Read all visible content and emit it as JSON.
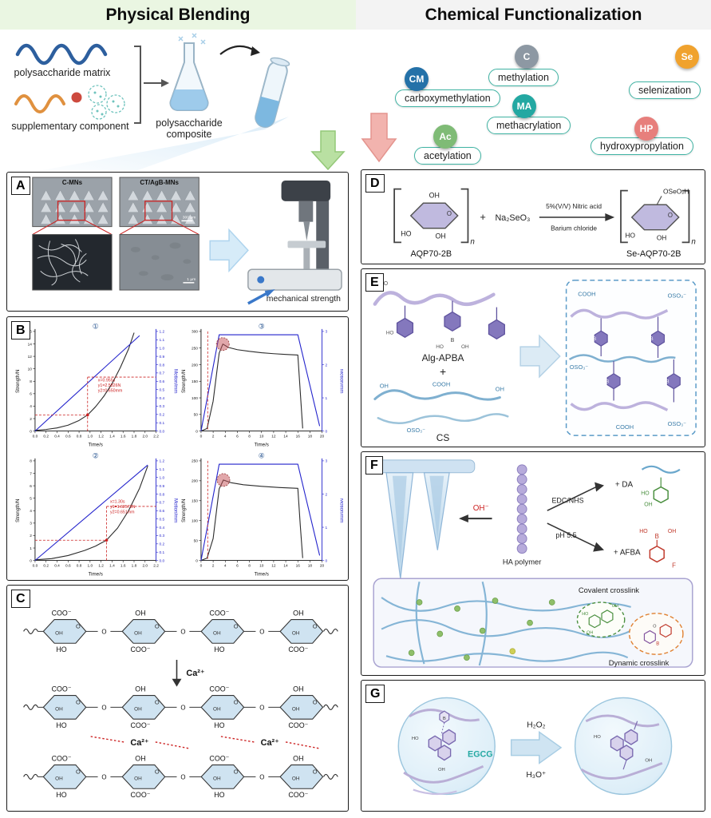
{
  "headers": {
    "physical": "Physical Blending",
    "chemical": "Chemical Functionalization"
  },
  "accent_colors": {
    "header_left_bg": "#eaf6e2",
    "header_right_bg": "#f3f3f3",
    "physical_arrow": "#b9e0a2",
    "chemical_arrow": "#f2b3ae"
  },
  "blending": {
    "matrix_label": "polysaccharide matrix",
    "supplementary_label": "supplementary component",
    "composite_label_1": "polysaccharide",
    "composite_label_2": "composite"
  },
  "functionalization": {
    "items": [
      {
        "abbr": "CM",
        "label": "carboxymethylation",
        "color": "#2471a8"
      },
      {
        "abbr": "C",
        "label": "methylation",
        "color": "#8d98a3"
      },
      {
        "abbr": "Se",
        "label": "selenization",
        "color": "#f0a22e"
      },
      {
        "abbr": "Ac",
        "label": "acetylation",
        "color": "#7fbb76"
      },
      {
        "abbr": "MA",
        "label": "methacrylation",
        "color": "#23a8a2"
      },
      {
        "abbr": "HP",
        "label": "hydroxypropylation",
        "color": "#e77f7c"
      }
    ]
  },
  "panelA": {
    "tag": "A",
    "sem1_label": "C-MNs",
    "sem2_label": "CT/AgB-MNs",
    "scale_sem": "300 μm",
    "scale_inset": "1 μm",
    "caption": "mechanical strength"
  },
  "panelB": {
    "tag": "B"
  },
  "chart_data": [
    {
      "type": "line",
      "title": "①",
      "xlabel": "Time/s",
      "ylabel": "Strength/N",
      "y2label": "Motion/mm",
      "xlim": [
        0,
        2.2
      ],
      "ylim": [
        0,
        16
      ],
      "y2lim": [
        0,
        1.2
      ],
      "xticks": [
        "0.0",
        "0.2",
        "0.4",
        "0.6",
        "0.8",
        "1.0",
        "1.2",
        "1.4",
        "1.6",
        "1.8",
        "2.0",
        "2.2"
      ],
      "yticks": [
        "0",
        "2",
        "4",
        "6",
        "8",
        "10",
        "12",
        "14",
        "16"
      ],
      "y2ticks": [
        "0.0",
        "0.1",
        "0.2",
        "0.3",
        "0.4",
        "0.5",
        "0.6",
        "0.7",
        "0.8",
        "0.9",
        "1.0",
        "1.1",
        "1.2"
      ],
      "series": [
        {
          "name": "Strength",
          "color": "#2b2b2b",
          "points": [
            [
              0,
              0.1
            ],
            [
              0.2,
              0.25
            ],
            [
              0.4,
              0.5
            ],
            [
              0.6,
              0.95
            ],
            [
              0.8,
              1.7
            ],
            [
              0.955,
              2.58
            ],
            [
              1.1,
              3.9
            ],
            [
              1.25,
              5.6
            ],
            [
              1.4,
              7.6
            ],
            [
              1.55,
              10.2
            ],
            [
              1.7,
              13.2
            ],
            [
              1.8,
              15.8
            ]
          ]
        },
        {
          "name": "Motion",
          "color": "#2323cc",
          "axis": "y2",
          "points": [
            [
              0,
              0
            ],
            [
              1.9,
              1.15
            ]
          ]
        }
      ],
      "marker": {
        "x": 0.955,
        "y1": 2.5826,
        "y2": 0.65
      },
      "annotation": [
        "x=0.955s",
        "y1=2.5826N",
        "y2=0.650mm"
      ],
      "ann_pos": [
        0.52,
        0.5
      ]
    },
    {
      "type": "line",
      "title": "②",
      "xlabel": "Time/s",
      "ylabel": "Strength/N",
      "y2label": "Motion/mm",
      "xlim": [
        0,
        2.2
      ],
      "ylim": [
        0,
        8
      ],
      "y2lim": [
        0,
        1.2
      ],
      "xticks": [
        "0.0",
        "0.2",
        "0.4",
        "0.6",
        "0.8",
        "1.0",
        "1.2",
        "1.4",
        "1.6",
        "1.8",
        "2.0",
        "2.2"
      ],
      "yticks": [
        "0",
        "1",
        "2",
        "3",
        "4",
        "5",
        "6",
        "7",
        "8"
      ],
      "y2ticks": [
        "0.0",
        "0.1",
        "0.2",
        "0.3",
        "0.4",
        "0.5",
        "0.6",
        "0.7",
        "0.8",
        "0.9",
        "1.0",
        "1.1",
        "1.2"
      ],
      "series": [
        {
          "name": "Strength",
          "color": "#2b2b2b",
          "points": [
            [
              0,
              0.05
            ],
            [
              0.3,
              0.15
            ],
            [
              0.6,
              0.4
            ],
            [
              0.9,
              0.8
            ],
            [
              1.1,
              1.15
            ],
            [
              1.3,
              1.63
            ],
            [
              1.5,
              2.6
            ],
            [
              1.7,
              4.0
            ],
            [
              1.9,
              5.8
            ],
            [
              2.05,
              7.6
            ]
          ]
        },
        {
          "name": "Motion",
          "color": "#2323cc",
          "axis": "y2",
          "points": [
            [
              0,
              0
            ],
            [
              2.05,
              1.15
            ]
          ]
        }
      ],
      "marker": {
        "x": 1.3,
        "y1": 1.62573,
        "y2": 0.651
      },
      "annotation": [
        "x=1.30s",
        "y1=1.62573N",
        "y2=0.651mm"
      ],
      "ann_pos": [
        0.62,
        0.42
      ]
    },
    {
      "type": "line",
      "title": "③",
      "xlabel": "Time/s",
      "ylabel": "Strength/N",
      "y2label": "Motion/mm",
      "xlim": [
        0,
        20
      ],
      "ylim": [
        0,
        300
      ],
      "y2lim": [
        0,
        3
      ],
      "xticks": [
        "0",
        "2",
        "4",
        "6",
        "8",
        "10",
        "12",
        "14",
        "16",
        "18",
        "20"
      ],
      "yticks": [
        "0",
        "50",
        "100",
        "150",
        "200",
        "250",
        "300"
      ],
      "y2ticks": [
        "0",
        "1",
        "2",
        "3"
      ],
      "series": [
        {
          "name": "Strength",
          "color": "#2b2b2b",
          "points": [
            [
              0,
              0
            ],
            [
              1,
              8
            ],
            [
              2,
              90
            ],
            [
              3,
              235
            ],
            [
              3.6,
              262
            ],
            [
              4.5,
              252
            ],
            [
              6,
              245
            ],
            [
              8,
              240
            ],
            [
              10,
              236
            ],
            [
              12,
              233
            ],
            [
              14,
              231
            ],
            [
              16,
              229
            ],
            [
              16.4,
              120
            ],
            [
              16.8,
              8
            ]
          ]
        },
        {
          "name": "Motion",
          "color": "#2323cc",
          "axis": "y2",
          "points": [
            [
              0,
              0
            ],
            [
              3,
              2.9
            ],
            [
              16,
              2.9
            ],
            [
              19.6,
              0.15
            ]
          ]
        }
      ],
      "highlight": {
        "x": 3.6,
        "y": 262
      },
      "refline": 1.1
    },
    {
      "type": "line",
      "title": "④",
      "xlabel": "Time/s",
      "ylabel": "Strength/N",
      "y2label": "Motion/mm",
      "xlim": [
        0,
        20
      ],
      "ylim": [
        0,
        250
      ],
      "y2lim": [
        0,
        3
      ],
      "xticks": [
        "0",
        "2",
        "4",
        "6",
        "8",
        "10",
        "12",
        "14",
        "16",
        "18",
        "20"
      ],
      "yticks": [
        "0",
        "50",
        "100",
        "150",
        "200",
        "250"
      ],
      "y2ticks": [
        "0",
        "1",
        "2",
        "3"
      ],
      "series": [
        {
          "name": "Strength",
          "color": "#2b2b2b",
          "points": [
            [
              0,
              0
            ],
            [
              1,
              6
            ],
            [
              2,
              55
            ],
            [
              3,
              180
            ],
            [
              3.7,
              202
            ],
            [
              5,
              195
            ],
            [
              7,
              190
            ],
            [
              10,
              186
            ],
            [
              13,
              183
            ],
            [
              16,
              181
            ],
            [
              16.4,
              90
            ],
            [
              16.8,
              6
            ]
          ]
        },
        {
          "name": "Motion",
          "color": "#2323cc",
          "axis": "y2",
          "points": [
            [
              0,
              0
            ],
            [
              3,
              2.9
            ],
            [
              16,
              2.9
            ],
            [
              19.6,
              0.15
            ]
          ]
        }
      ],
      "highlight": {
        "x": 3.7,
        "y": 202
      },
      "refline": 1.1
    }
  ],
  "panelC": {
    "tag": "C",
    "labels": {
      "coo": "COO⁻",
      "oh": "OH",
      "ho": "HO",
      "o": "O",
      "ca": "Ca²⁺"
    }
  },
  "panelD": {
    "tag": "D",
    "oh": "OH",
    "ho": "HO",
    "o": "O",
    "n": "n",
    "plus": "+",
    "reagent": "Na₂SeO₃",
    "condition_top": "5%(V/V) Nitric acid",
    "condition_bottom": "Barium chloride",
    "group": "OSeO₂H",
    "reactant_name": "AQP70-2B",
    "product_name": "Se-AQP70-2B"
  },
  "panelE": {
    "tag": "E",
    "alg_label": "Alg-APBA",
    "cs_label": "CS",
    "plus": "+",
    "oh": "OH",
    "ho": "HO",
    "b": "B",
    "o": "O",
    "cooh": "COOH",
    "oso3": "OSO₃⁻"
  },
  "panelF": {
    "tag": "F",
    "oh_minus": "OH⁻",
    "ha_label": "HA polymer",
    "edc": "EDC/NHS",
    "ph": "pH 5.5",
    "da": "+ DA",
    "afba": "+ AFBA",
    "covalent": "Covalent crosslink",
    "dynamic": "Dynamic crosslink",
    "oh": "OH",
    "ho": "HO",
    "b": "B",
    "f": "F",
    "o": "O"
  },
  "panelG": {
    "tag": "G",
    "egcg": "EGCG",
    "oxidant": "H₂O₂",
    "acid": "H₃O⁺",
    "oh": "OH",
    "ho": "HO",
    "b": "B",
    "o": "O"
  }
}
